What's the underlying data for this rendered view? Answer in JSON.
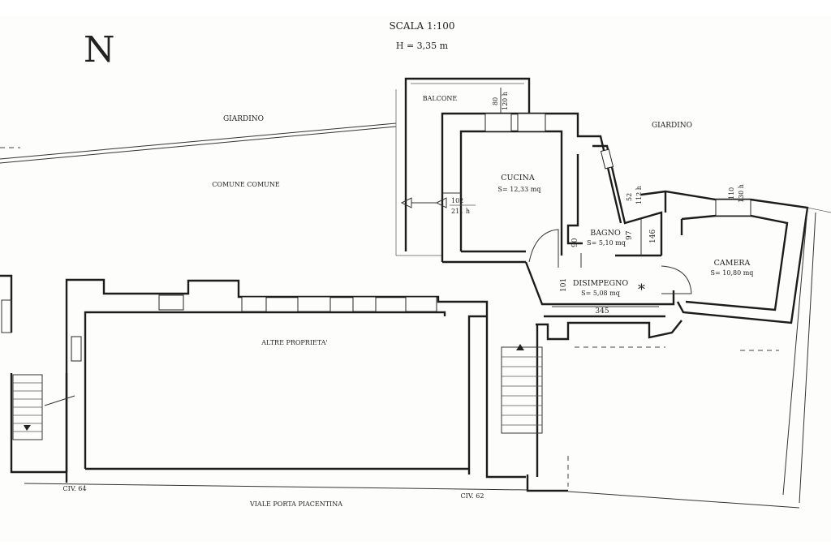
{
  "scale": {
    "label": "SCALA 1:100",
    "height": "H = 3,35 m"
  },
  "north": {
    "label": "N",
    "icon": "north-arrow-icon"
  },
  "areas": {
    "garden_west": "GIARDINO",
    "garden_east": "GIARDINO",
    "common": "COMUNE COMUNE",
    "other_properties": "ALTRE PROPRIETA'",
    "street": "VIALE PORTA PIACENTINA",
    "civ_64": "CIV. 64",
    "civ_62": "CIV. 62"
  },
  "rooms": {
    "balcone": {
      "name": "BALCONE"
    },
    "cucina": {
      "name": "CUCINA",
      "area": "S= 12,33 mq"
    },
    "bagno": {
      "name": "BAGNO",
      "area": "S= 5,10 mq"
    },
    "disimpegno": {
      "name": "DISIMPEGNO",
      "area": "S= 5,08 mq"
    },
    "camera": {
      "name": "CAMERA",
      "area": "S= 10,80 mq"
    }
  },
  "dimensions": {
    "balcone_window_w": "80",
    "balcone_window_h": "120 h",
    "cucina_door_w": "102",
    "cucina_door_h": "211 h",
    "bagno_window_w": "52",
    "bagno_window_h": "112 h",
    "camera_window_w": "110",
    "camera_window_h": "130 h",
    "bagno_door": "90",
    "bagno_width": "97",
    "bagno_depth": "146",
    "disimpegno_door": "101",
    "disimpegno_length": "345",
    "asterisk": "*"
  },
  "colors": {
    "background": "#fdfdfb",
    "ink": "#1c1c1c"
  }
}
